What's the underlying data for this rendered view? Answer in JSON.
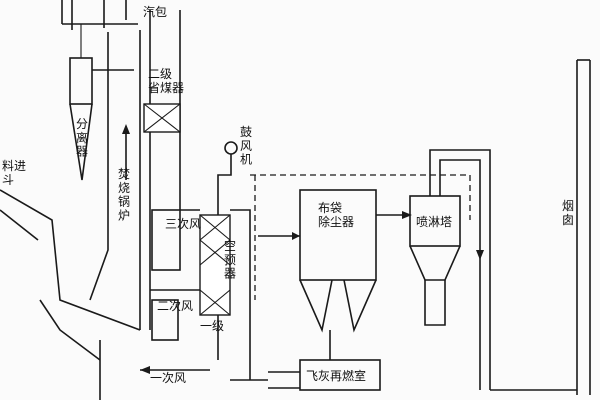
{
  "labels": {
    "steam_drum": "汽包",
    "economizer_2": "二级\n省煤器",
    "separator": "分\n离\n器",
    "incinerator": "焚\n烧\n锅\n炉",
    "feed_hopper": "料进\n斗",
    "blower": "鼓\n风\n机",
    "air_preheater": "空\n预\n器",
    "tertiary_air": "三次风",
    "secondary_air": "二次风",
    "primary_air": "一次风",
    "first_stage": "一级",
    "bag_filter": "布袋\n除尘器",
    "spray_tower": "喷淋塔",
    "chimney": "烟\n囱",
    "fly_ash_chamber": "飞灰再燃室"
  }
}
